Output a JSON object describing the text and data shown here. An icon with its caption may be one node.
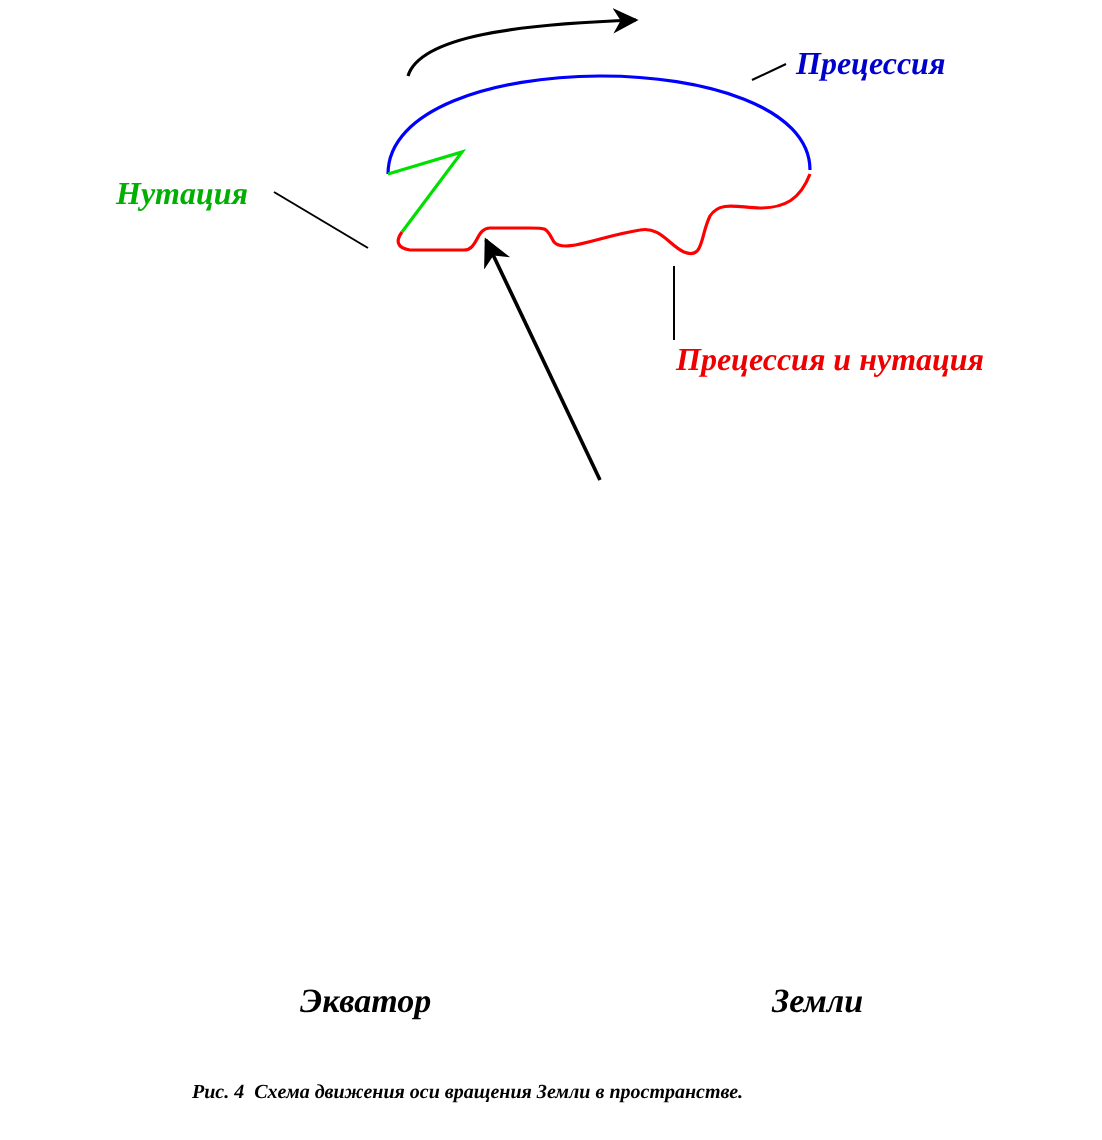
{
  "diagram": {
    "caption": "Рис. 4  Схема движения оси вращения Земли в пространстве.",
    "nodes": [
      {
        "text": [
          "Прецессия"
        ]
      },
      {
        "text": [],
        "shape": "arc"
      },
      {
        "text": [
          "Нутация"
        ]
      },
      {
        "text": [],
        "shape": "zigzag"
      },
      {
        "text": [
          "Прецессия и нутация"
        ]
      },
      {
        "text": [],
        "shape": "wave"
      }
    ],
    "edges": [
      {
        "from": 0,
        "to": 1,
        "arrow": "none"
      },
      {
        "from": 2,
        "to": 3,
        "arrow": "none"
      },
      {
        "from": 4,
        "to": 5,
        "arrow": "none"
      },
      {
        "from": null,
        "to": 5,
        "arrow": "to"
      }
    ],
    "labels": [
      "Экватор",
      "Земли"
    ]
  }
}
